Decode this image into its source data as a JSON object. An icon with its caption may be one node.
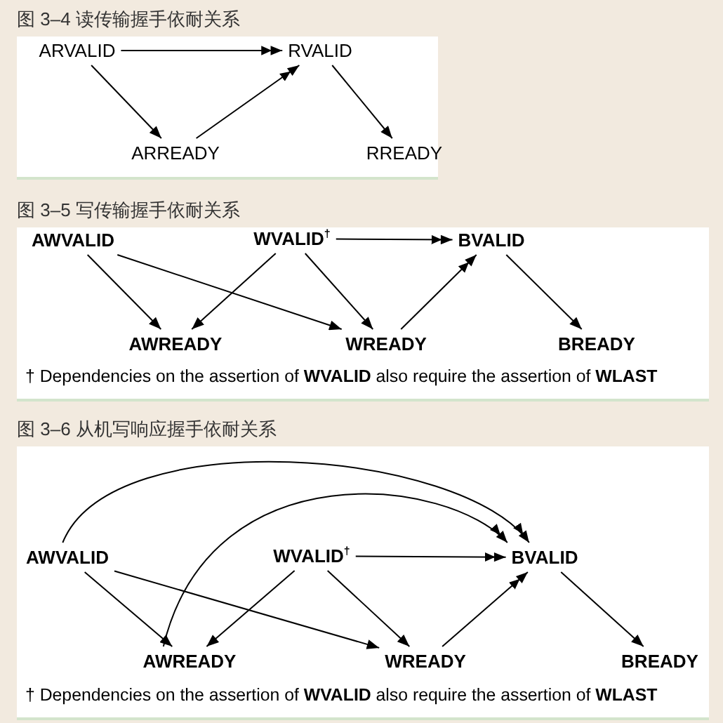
{
  "diagram": {
    "nodes": [
      {
        "text": [
          "图 3–4 读传输握手依耐关系"
        ]
      },
      {
        "text": [
          "ARVALID"
        ],
        "in": 0
      },
      {
        "text": [
          "RVALID"
        ],
        "in": 0
      },
      {
        "text": [
          "ARREADY"
        ],
        "in": 0
      },
      {
        "text": [
          "RREADY"
        ],
        "in": 0
      },
      {
        "text": [
          "图 3–5 写传输握手依耐关系",
          "† Dependencies on the assertion of **WVALID** also require the assertion of **WLAST**"
        ]
      },
      {
        "text": [
          "AWVALID"
        ],
        "in": 5
      },
      {
        "text": [
          "WVALID$^{†}$"
        ],
        "in": 5
      },
      {
        "text": [
          "BVALID"
        ],
        "in": 5
      },
      {
        "text": [
          "AWREADY"
        ],
        "in": 5
      },
      {
        "text": [
          "WREADY"
        ],
        "in": 5
      },
      {
        "text": [
          "BREADY"
        ],
        "in": 5
      },
      {
        "text": [
          "图 3–6 从机写响应握手依耐关系",
          "† Dependencies on the assertion of **WVALID** also require the assertion of **WLAST**"
        ]
      },
      {
        "text": [
          "AWVALID"
        ],
        "in": 12
      },
      {
        "text": [
          "WVALID$^{†}$"
        ],
        "in": 12
      },
      {
        "text": [
          "BVALID"
        ],
        "in": 12
      },
      {
        "text": [
          "AWREADY"
        ],
        "in": 12
      },
      {
        "text": [
          "WREADY"
        ],
        "in": 12
      },
      {
        "text": [
          "BREADY"
        ],
        "in": 12
      }
    ],
    "edges": [
      {
        "from": 1,
        "to": 2,
        "arrow": "to"
      },
      {
        "from": 1,
        "to": 3,
        "arrow": "to"
      },
      {
        "from": 3,
        "to": 2,
        "arrow": "to"
      },
      {
        "from": 2,
        "to": 4,
        "arrow": "to"
      },
      {
        "from": 6,
        "to": 9,
        "arrow": "to"
      },
      {
        "from": 6,
        "to": 10,
        "arrow": "to"
      },
      {
        "from": 7,
        "to": 9,
        "arrow": "to"
      },
      {
        "from": 7,
        "to": 10,
        "arrow": "to"
      },
      {
        "from": 7,
        "to": 8,
        "arrow": "to"
      },
      {
        "from": 10,
        "to": 8,
        "arrow": "to"
      },
      {
        "from": 8,
        "to": 11,
        "arrow": "to"
      },
      {
        "from": 13,
        "to": 16,
        "arrow": "to"
      },
      {
        "from": 13,
        "to": 17,
        "arrow": "to"
      },
      {
        "from": 13,
        "to": 15,
        "arrow": "to"
      },
      {
        "from": 16,
        "to": 15,
        "arrow": "to"
      },
      {
        "from": 14,
        "to": 16,
        "arrow": "to"
      },
      {
        "from": 14,
        "to": 17,
        "arrow": "to"
      },
      {
        "from": 14,
        "to": 15,
        "arrow": "to"
      },
      {
        "from": 17,
        "to": 15,
        "arrow": "to"
      },
      {
        "from": 15,
        "to": 18,
        "arrow": "to"
      }
    ]
  }
}
